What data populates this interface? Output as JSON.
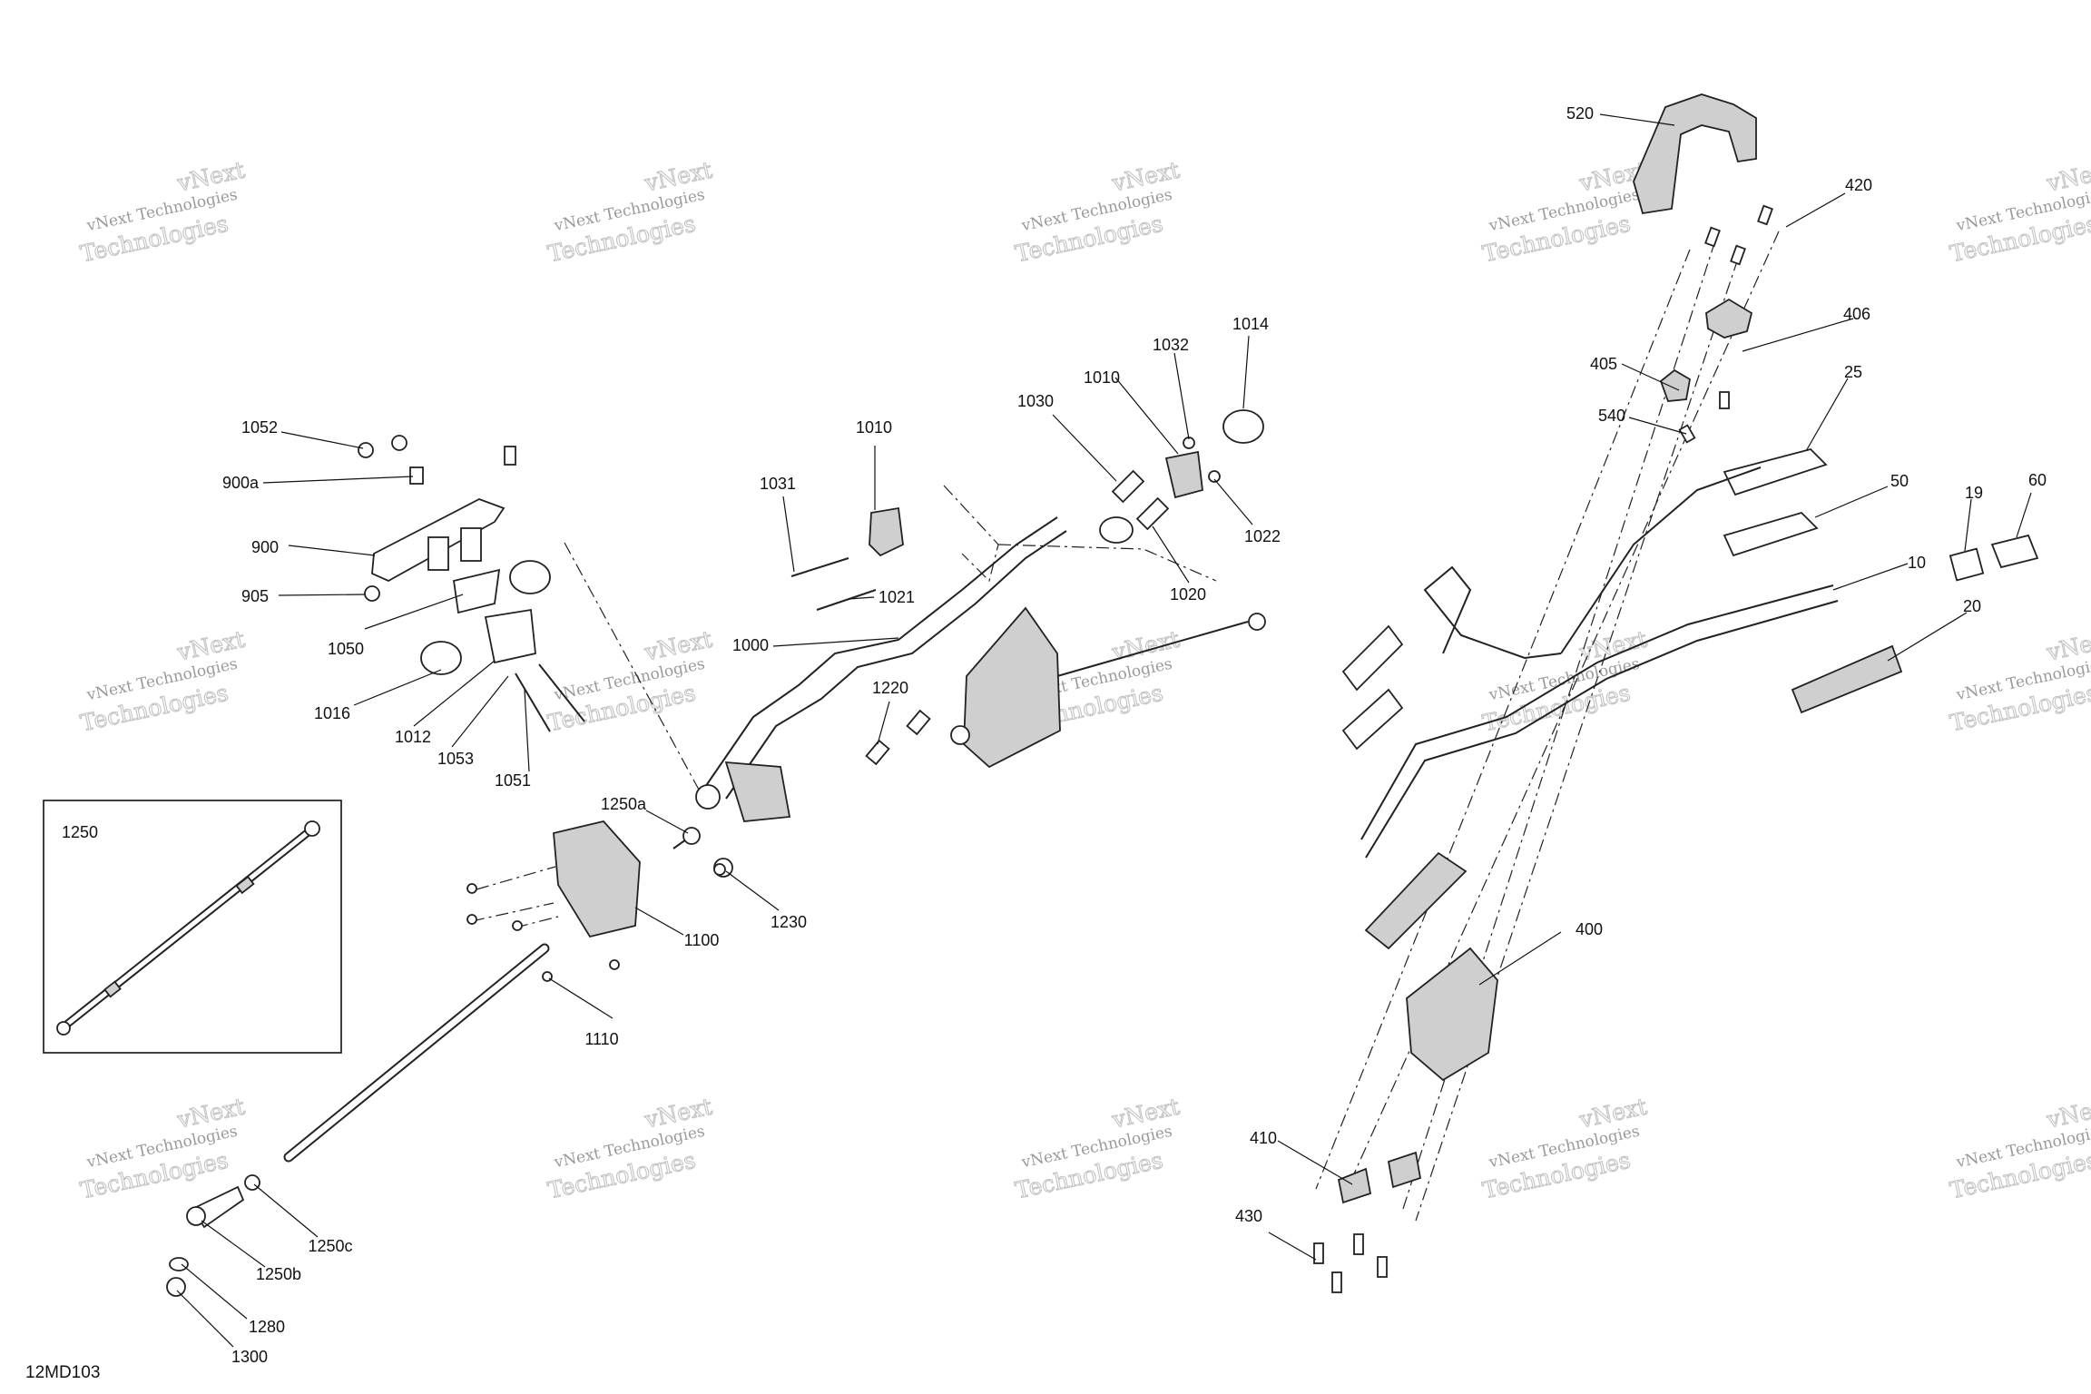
{
  "diagram_id": "12MD103",
  "watermark": {
    "line1": "vNext Technologies",
    "line2": "Technologies",
    "line3": "vNext"
  },
  "inset_label": "1250",
  "callouts": [
    "520",
    "420",
    "406",
    "405",
    "540",
    "25",
    "50",
    "19",
    "60",
    "10",
    "20",
    "400",
    "410",
    "430",
    "1052",
    "900a",
    "900",
    "905",
    "1050",
    "1016",
    "1012",
    "1053",
    "1051",
    "1031",
    "1010",
    "1021",
    "1000",
    "1030",
    "1032",
    "1014",
    "1022",
    "1020",
    "1220",
    "1250a",
    "1230",
    "1100",
    "1110",
    "1250c",
    "1250b",
    "1280",
    "1300"
  ]
}
